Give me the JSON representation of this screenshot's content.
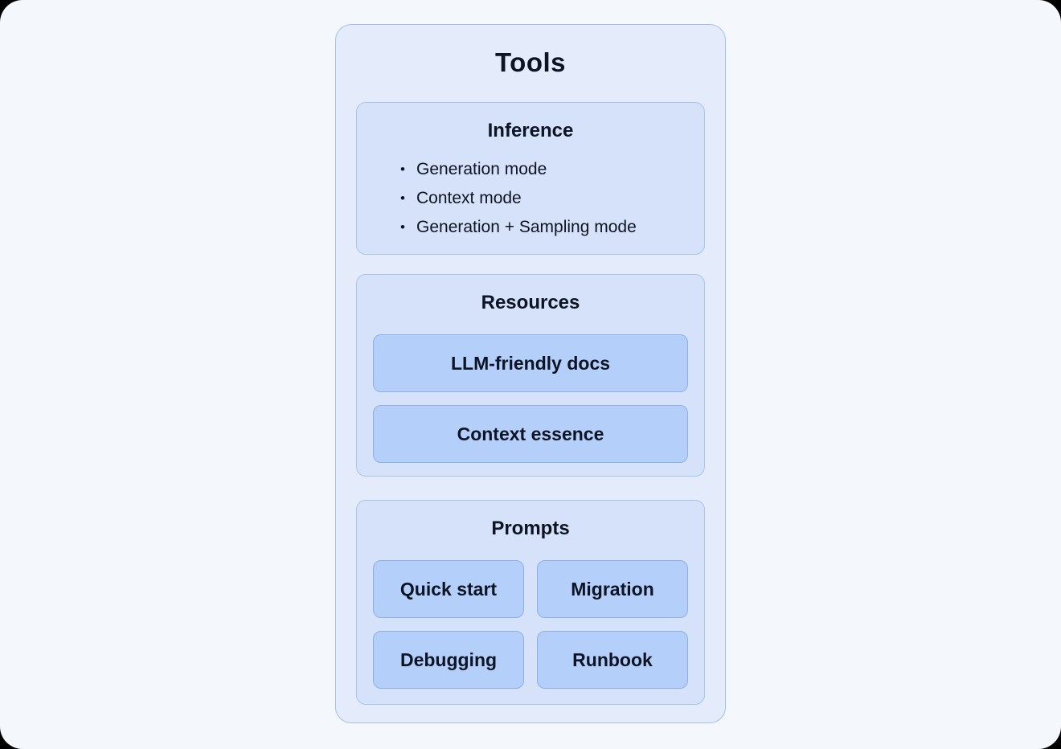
{
  "colors": {
    "page_bg": "#f4f7fb",
    "panel_bg": "#e4ecfb",
    "panel_border": "#a6c0ec",
    "card_bg": "#d5e2fa",
    "card_border": "#a9c4ef",
    "chip_bg": "#b4cffa",
    "chip_border": "#8db0e8",
    "text": "#0d1424"
  },
  "diagram": {
    "title": "Tools",
    "bullet_char": "•",
    "sections": {
      "inference": {
        "title": "Inference",
        "bullets": [
          "Generation mode",
          "Context mode",
          "Generation + Sampling mode"
        ]
      },
      "resources": {
        "title": "Resources",
        "items": [
          "LLM-friendly docs",
          "Context essence"
        ]
      },
      "prompts": {
        "title": "Prompts",
        "items": [
          "Quick start",
          "Migration",
          "Debugging",
          "Runbook"
        ]
      }
    }
  }
}
